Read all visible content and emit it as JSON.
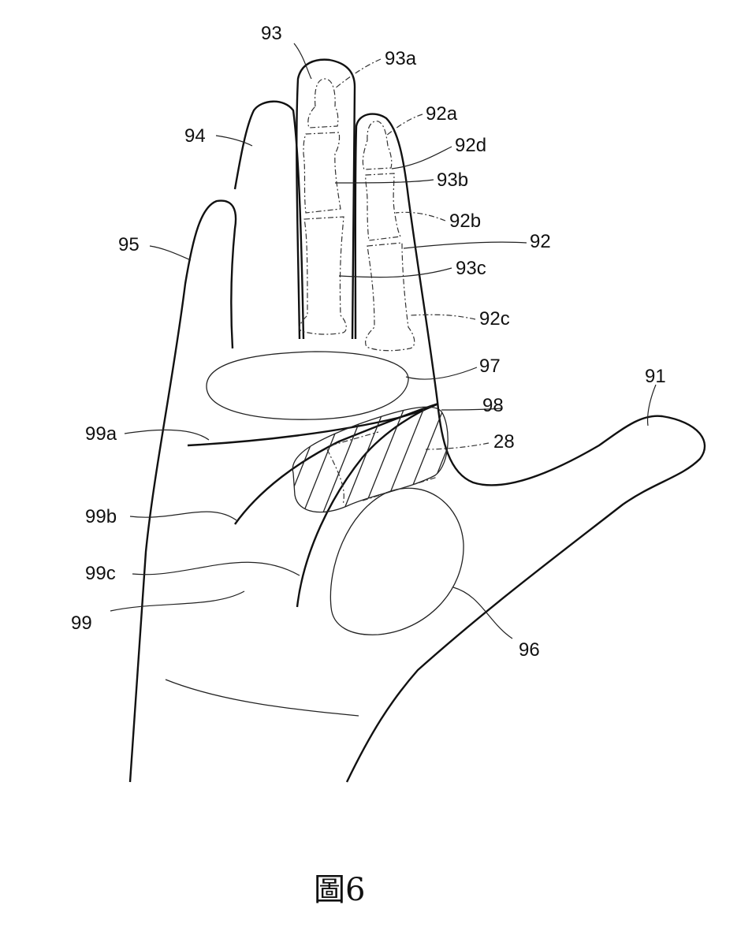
{
  "figure_caption": "圖6",
  "labels": {
    "l93": "93",
    "l93a": "93a",
    "l92a": "92a",
    "l94": "94",
    "l92d": "92d",
    "l93b": "93b",
    "l92b": "92b",
    "l95": "95",
    "l92": "92",
    "l93c": "93c",
    "l92c": "92c",
    "l97": "97",
    "l91": "91",
    "l98": "98",
    "l99a": "99a",
    "l28": "28",
    "l99b": "99b",
    "l99c": "99c",
    "l99": "99",
    "l96": "96"
  }
}
